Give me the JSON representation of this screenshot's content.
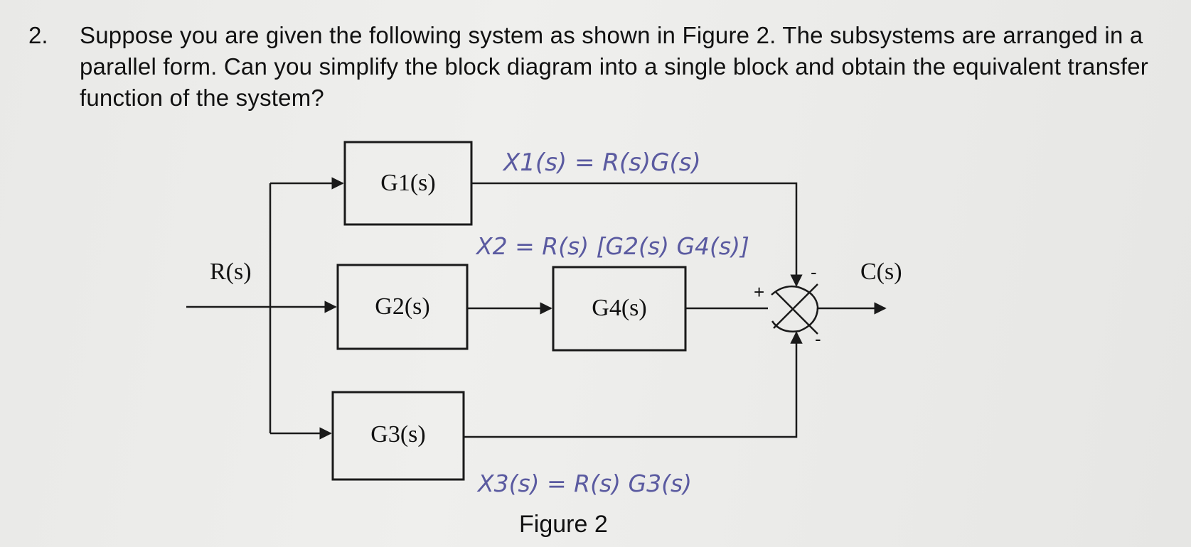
{
  "question": {
    "number": "2.",
    "text": "Suppose you are given the following system as shown in Figure 2. The subsystems are arranged in a parallel form. Can you simplify the block diagram into a single block and obtain the equivalent transfer function of the system?"
  },
  "diagram": {
    "input_label": "R(s)",
    "output_label": "C(s)",
    "blocks": {
      "g1": "G1(s)",
      "g2": "G2(s)",
      "g3": "G3(s)",
      "g4": "G4(s)"
    },
    "summing_signs": {
      "left": "+",
      "top": "-",
      "bottom": "-"
    },
    "annotations": {
      "x1": "X1(s) = R(s)G(s)",
      "x2": "X2 = R(s) [G2(s) G4(s)]",
      "x3": "X3(s) = R(s) G3(s)"
    },
    "line_color": "#1a1a1a",
    "annotation_color": "#5a5aa0"
  },
  "figure_caption": "Figure 2"
}
